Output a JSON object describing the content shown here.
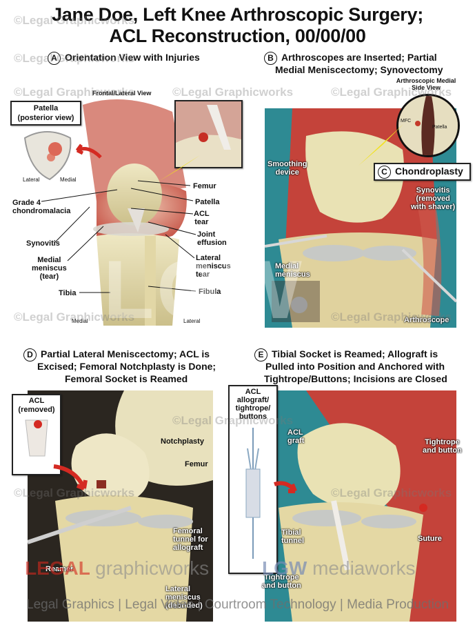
{
  "title": {
    "line1": "Jane Doe, Left Knee Arthroscopic Surgery;",
    "line2": "ACL Reconstruction, 00/00/00"
  },
  "panels": {
    "a": {
      "letter": "A",
      "heading": "Orientation View with Injuries",
      "subheading": "Frontal/Lateral View",
      "inset_title": "Patella\n(posterior view)",
      "inset_lateral": "Lateral",
      "inset_medial": "Medial",
      "labels": {
        "grade4": "Grade 4\nchondromalacia",
        "femur": "Femur",
        "patella": "Patella",
        "acl_tear": "ACL\ntear",
        "joint_effusion": "Joint\neffusion",
        "synovitis": "Synovitis",
        "medial_meniscus": "Medial\nmeniscus\n(tear)",
        "lateral_meniscus": "Lateral\nmeniscus\ntear",
        "tibia": "Tibia",
        "fibula": "Fibula",
        "medial": "Medial",
        "lateral": "Lateral"
      }
    },
    "b": {
      "letter": "B",
      "heading_line1": "Arthroscopes are Inserted; Partial",
      "heading_line2": "Medial Meniscectomy; Synovectomy",
      "inset_title": "Arthroscopic Medial\nSide View",
      "inset_mfc": "MFC",
      "inset_patella": "Patella",
      "labels": {
        "smoothing": "Smoothing\ndevice",
        "synovitis": "Synovitis\n(removed\nwith shaver)",
        "medial_meniscus": "Medial\nmeniscus",
        "arthroscope": "Arthroscope"
      }
    },
    "c": {
      "letter": "C",
      "heading": "Chondroplasty"
    },
    "d": {
      "letter": "D",
      "heading_line1": "Partial Lateral Meniscectomy; ACL is",
      "heading_line2": "Excised; Femoral Notchplasty is Done;",
      "heading_line3": "Femoral Socket is Reamed",
      "inset_title": "ACL\n(removed)",
      "labels": {
        "notchplasty": "Notchplasty",
        "femur": "Femur",
        "femoral_tunnel": "Femoral\ntunnel for\nallograft",
        "reamer": "Reamer",
        "lateral_meniscus": "Lateral\nmeniscus\n(debrided)"
      }
    },
    "e": {
      "letter": "E",
      "heading_line1": "Tibial Socket is Reamed; Allograft is",
      "heading_line2": "Pulled into Position and Anchored with",
      "heading_line3": "Tightrope/Buttons; Incisions are Closed",
      "inset_title": "ACL\nallograft/\ntightrope/\nbuttons",
      "labels": {
        "acl_graft": "ACL\ngraft",
        "tightrope_top": "Tightrope\nand button",
        "tibial_tunnel": "Tibial\ntunnel",
        "suture": "Suture",
        "tightrope_bottom": "Tightrope\nand button"
      }
    }
  },
  "watermark": {
    "text": "©Legal Graphicworks",
    "big_letters": "LGW",
    "legal": "LEGAL",
    "graphicworks": "graphicworks",
    "lgw": "LGW",
    "mediaworks": "mediaworks"
  },
  "footer": "Legal Graphics | Legal Video | Courtroom Technology | Media Production",
  "colors": {
    "teal": "#2e8a93",
    "dark": "#2b2620",
    "bone": "#e9dfb0",
    "muscle": "#c4433a",
    "accent_red": "#d42a22",
    "yellow_pointer": "#f2e21b"
  }
}
